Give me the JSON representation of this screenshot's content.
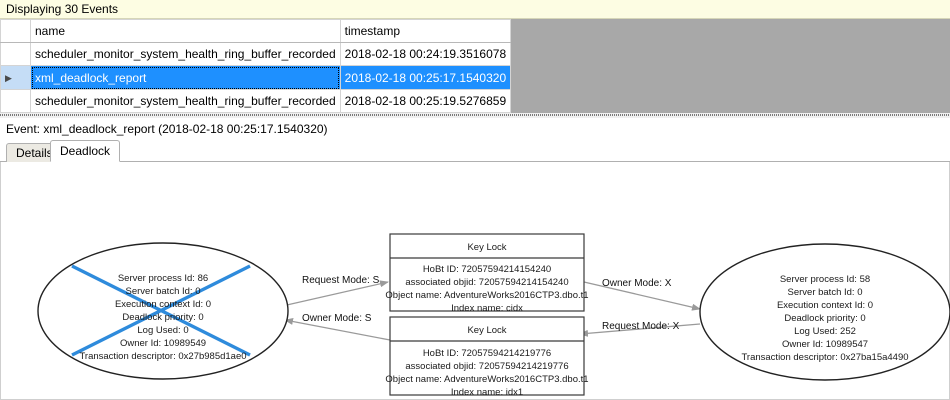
{
  "events_panel": {
    "caption": "Displaying 30 Events",
    "columns": [
      "",
      "name",
      "timestamp"
    ],
    "rows": [
      {
        "selector": "",
        "name": "scheduler_monitor_system_health_ring_buffer_recorded",
        "timestamp": "2018-02-18 00:24:19.3516078",
        "selected": false
      },
      {
        "selector": "▶",
        "name": "xml_deadlock_report",
        "timestamp": "2018-02-18 00:25:17.1540320",
        "selected": true
      },
      {
        "selector": "",
        "name": "scheduler_monitor_system_health_ring_buffer_recorded",
        "timestamp": "2018-02-18 00:25:19.5276859",
        "selected": false
      }
    ]
  },
  "detail": {
    "event_line": "Event: xml_deadlock_report (2018-02-18 00:25:17.1540320)",
    "tabs": [
      {
        "label": "Details",
        "active": false
      },
      {
        "label": "Deadlock",
        "active": true
      }
    ]
  },
  "deadlock_graph": {
    "process_left": {
      "is_victim": true,
      "lines": [
        "Server process Id: 86",
        "Server batch Id: 0",
        "Execution context Id: 0",
        "Deadlock priority: 0",
        "Log Used: 0",
        "Owner Id: 10989549",
        "Transaction descriptor: 0x27b985d1ae0"
      ]
    },
    "process_right": {
      "is_victim": false,
      "lines": [
        "Server process Id: 58",
        "Server batch Id: 0",
        "Execution context Id: 0",
        "Deadlock priority: 0",
        "Log Used: 252",
        "Owner Id: 10989547",
        "Transaction descriptor: 0x27ba15a4490"
      ]
    },
    "resource_top": {
      "title": "Key Lock",
      "lines": [
        "HoBt ID: 72057594214154240",
        "associated objid: 72057594214154240",
        "Object name: AdventureWorks2016CTP3.dbo.t1",
        "Index name: cidx"
      ]
    },
    "resource_bottom": {
      "title": "Key Lock",
      "lines": [
        "HoBt ID: 72057594214219776",
        "associated objid: 72057594214219776",
        "Object name: AdventureWorks2016CTP3.dbo.t1",
        "Index name: idx1"
      ]
    },
    "edges": [
      {
        "id": "left-request-top",
        "label": "Request Mode: S"
      },
      {
        "id": "top-owner-right",
        "label": "Owner Mode: X"
      },
      {
        "id": "bottom-owner-left",
        "label": "Owner Mode: S"
      },
      {
        "id": "right-request-bottom",
        "label": "Request Mode: X"
      }
    ],
    "colors": {
      "victim_cross": "#2e8bdc",
      "edge": "#9a9a9a",
      "node_stroke": "#222222",
      "selection": "#1e90ff"
    }
  }
}
